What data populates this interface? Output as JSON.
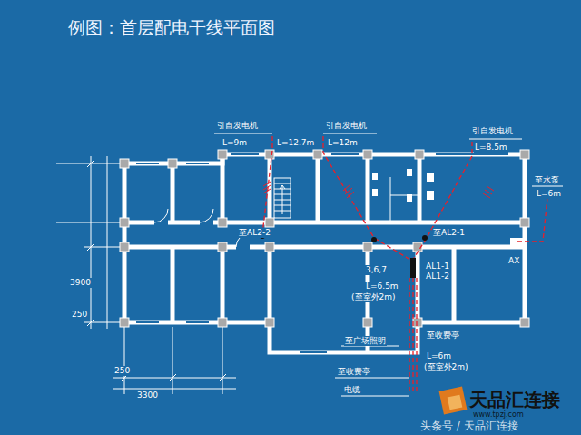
{
  "diagram": {
    "title": "例图：首层配电干线平面图",
    "labels": [
      "引自发电机",
      "L=9m",
      "L=12.7m",
      "引自发电机",
      "L=12m",
      "引自发电机",
      "L=8.5m",
      "至水泵",
      "L=6m",
      "至AL2-2",
      "至AL2-1",
      "AX",
      "AL1-1",
      "AL1-2",
      "3,6,7",
      "L=6.5m",
      "(至室外2m)",
      "至广场照明",
      "至收费亭",
      "L=6m",
      "(至室外2m)",
      "至收费亭",
      "电缆",
      "3900",
      "250",
      "250",
      "3300",
      "天品汇连接",
      "www.tpzj.com",
      "头条号 / 天品汇连接"
    ]
  }
}
